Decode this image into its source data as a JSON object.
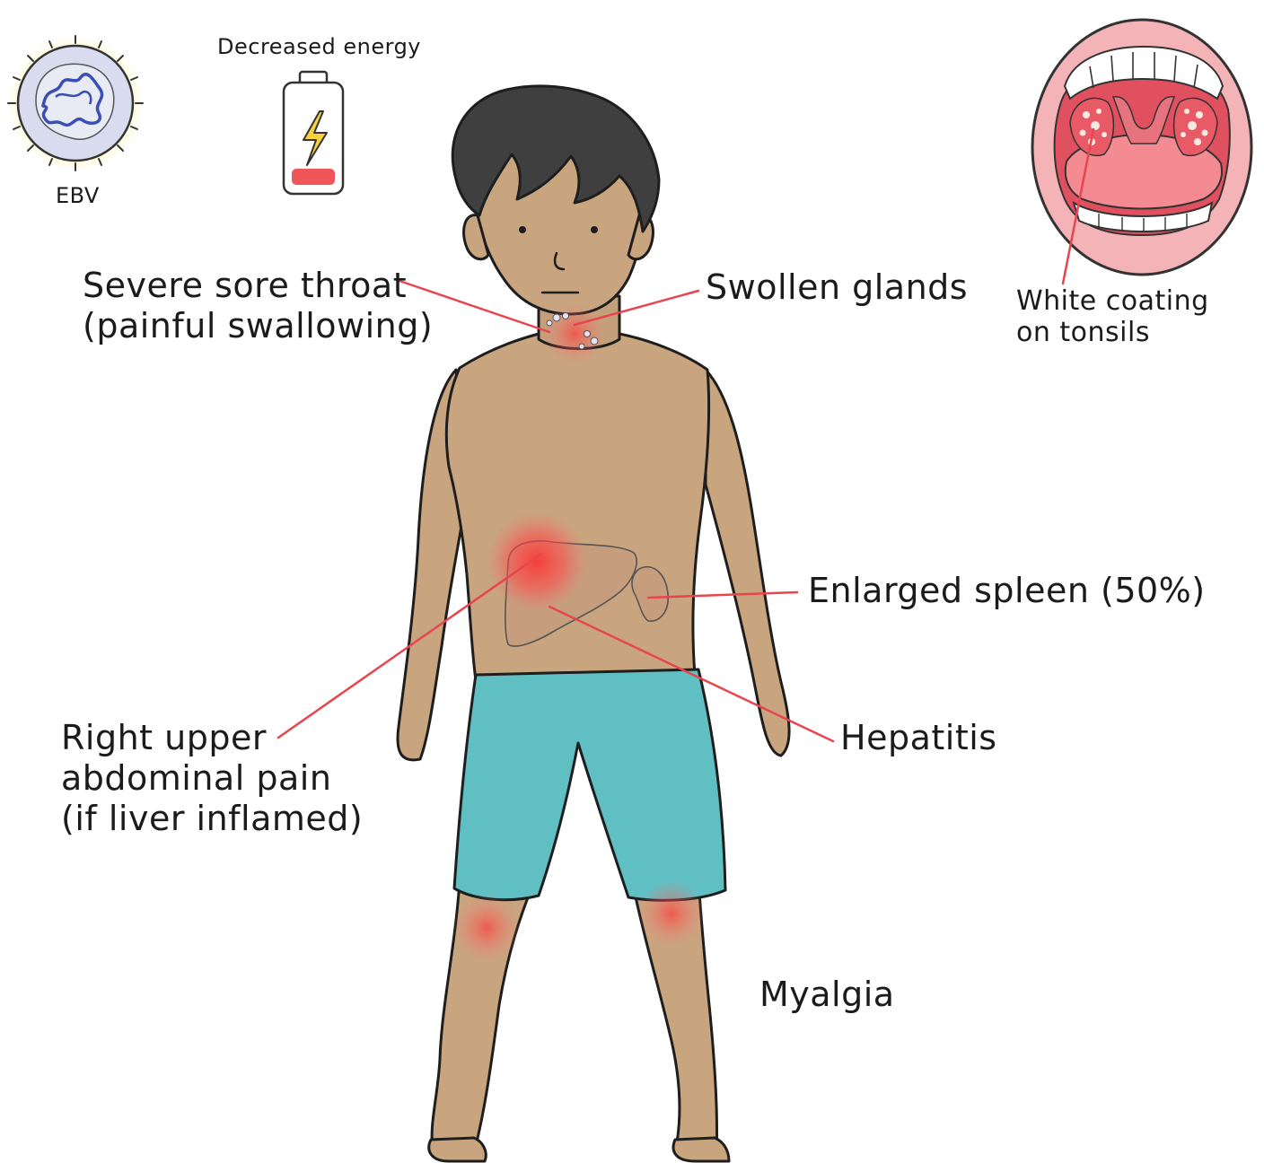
{
  "icons": {
    "virus": {
      "name": "ebv-virus-icon",
      "caption": "EBV"
    },
    "battery": {
      "name": "low-battery-icon",
      "caption": "Decreased energy",
      "charge_level": 0.1
    }
  },
  "labels": {
    "sore_throat": [
      "Severe sore throat",
      "(painful swallowing)"
    ],
    "swollen_glands": "Swollen glands",
    "tonsils": [
      "White coating",
      "on tonsils"
    ],
    "spleen": "Enlarged spleen (50%)",
    "hepatitis": "Hepatitis",
    "abdominal_pain": [
      "Right upper",
      "abdominal pain",
      "(if liver inflamed)"
    ],
    "myalgia": "Myalgia"
  },
  "colors": {
    "pointer": "#e8454f",
    "inflammation": "#ff3b3b",
    "skin": "#c8a57e",
    "hair": "#3f3f3f",
    "shorts": "#5fbfc3",
    "mouth": "#f2a0a6",
    "outline": "#1e1e1e"
  }
}
